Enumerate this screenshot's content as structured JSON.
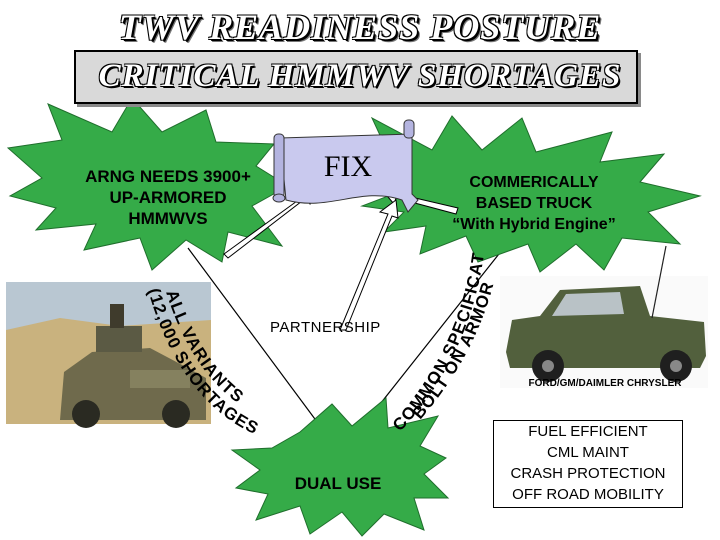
{
  "title": "TWV READINESS POSTURE",
  "subtitle": "CRITICAL HMMWV SHORTAGES",
  "left_burst": {
    "lines": [
      "ARNG NEEDS 3900+",
      "UP-ARMORED",
      "HMMWVS"
    ]
  },
  "right_burst": {
    "lines": [
      "COMMERICALLY",
      "BASED TRUCK",
      "“With Hybrid Engine”"
    ]
  },
  "bottom_burst": {
    "label": "DUAL USE"
  },
  "scroll": {
    "label": "FIX"
  },
  "center": {
    "label": "PARTNERSHIP"
  },
  "left_edge": {
    "line1": "ALL VARIANTS",
    "line2": "(12,000 SHORTAGES)"
  },
  "right_edge": {
    "line1": "COMMON SPECIFICATIONS",
    "line2": "BOLT ON ARMOR"
  },
  "photo_caption": "FORD/GM/DAIMLER CHRYSLER",
  "benefits": [
    "FUEL EFFICIENT",
    "CML MAINT",
    "CRASH PROTECTION",
    "OFF ROAD MOBILITY"
  ],
  "colors": {
    "burst": "#35ab48",
    "burst_edge": "#1f6e2c",
    "scroll": "#c9c9ee",
    "arrow": "#ffffff"
  }
}
